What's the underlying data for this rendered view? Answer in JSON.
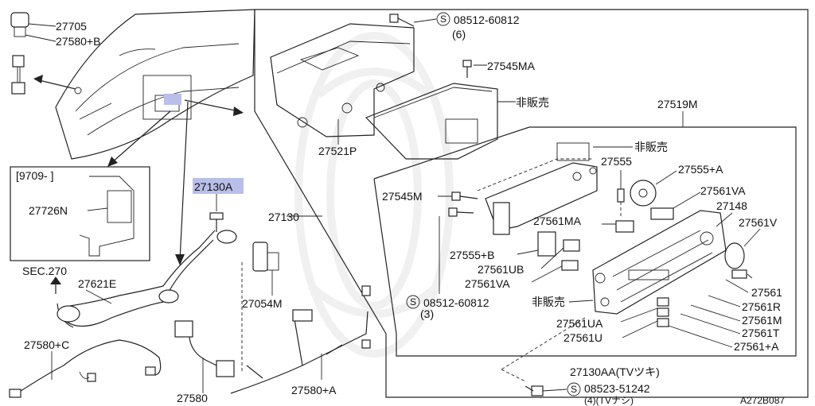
{
  "diagram_title": "",
  "watermark": "NISSAN",
  "drawing_code": "A272B087",
  "highlight_color": "#b9bfe8",
  "callouts": {
    "p27705": "27705",
    "p27580B": "27580+B",
    "p27726N": "27726N",
    "date_range": "[9709-   ]",
    "sec270": "SEC.270",
    "p27621E": "27621E",
    "p27580C": "27580+C",
    "p27580": "27580",
    "p27580A": "27580+A",
    "p27054M": "27054M",
    "p27130": "27130",
    "p27130A": "27130A",
    "p27521P": "27521P",
    "bolt_top_code": "08512-60812",
    "bolt_top_qty": "(6)",
    "p27545MA": "27545MA",
    "not_sold_1": "非販売",
    "p27519M": "27519M",
    "not_sold_2": "非販売",
    "p27555": "27555",
    "p27555A": "27555+A",
    "p27545M": "27545M",
    "p27561VA_top": "27561VA",
    "p27148": "27148",
    "p27561MA": "27561MA",
    "p27561V": "27561V",
    "p27555B": "27555+B",
    "p27561UB": "27561UB",
    "p27561VA": "27561VA",
    "bolt_mid_code": "08512-60812",
    "bolt_mid_qty": "(3)",
    "not_sold_3": "非販売",
    "p27561": "27561",
    "p27561R": "27561R",
    "p27561UA": "27561UA",
    "p27561M": "27561M",
    "p27561U": "27561U",
    "p27561T": "27561T",
    "p27561A": "27561+A",
    "p27130AA": "27130AA(TVツキ)",
    "bolt_bot_code": "08523-51242",
    "bolt_bot_qty": "(4)(TVナシ)",
    "s_mark": "S"
  }
}
